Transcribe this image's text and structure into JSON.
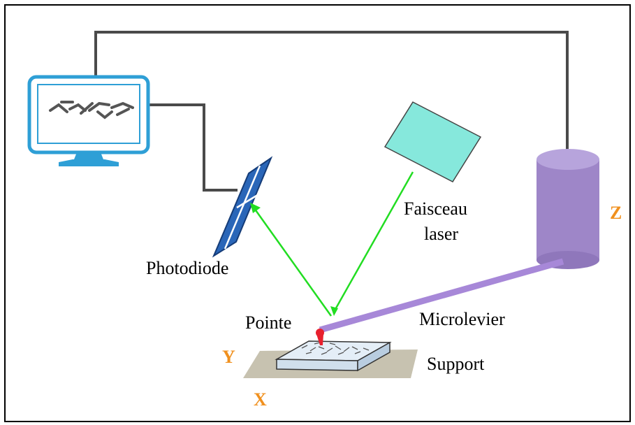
{
  "diagram": {
    "labels": {
      "photodiode": "Photodiode",
      "laser_line1": "Faisceau",
      "laser_line2": "laser",
      "tip": "Pointe",
      "cantilever": "Microlevier",
      "support": "Support",
      "axis_z": "Z",
      "axis_y": "Y",
      "axis_x": "X"
    },
    "colors": {
      "wire": "#4a4a4a",
      "monitor_frame": "#2e9fd6",
      "laser_box": "#86e8dc",
      "beam": "#22dd22",
      "cylinder": "#9e86c8",
      "cantilever": "#a788d8",
      "tip": "#e8202e",
      "axis_label": "#f0901e",
      "photodiode": "#2a66b8",
      "support_plate": "#c7c2b0",
      "sample": "#e4eef7"
    }
  }
}
